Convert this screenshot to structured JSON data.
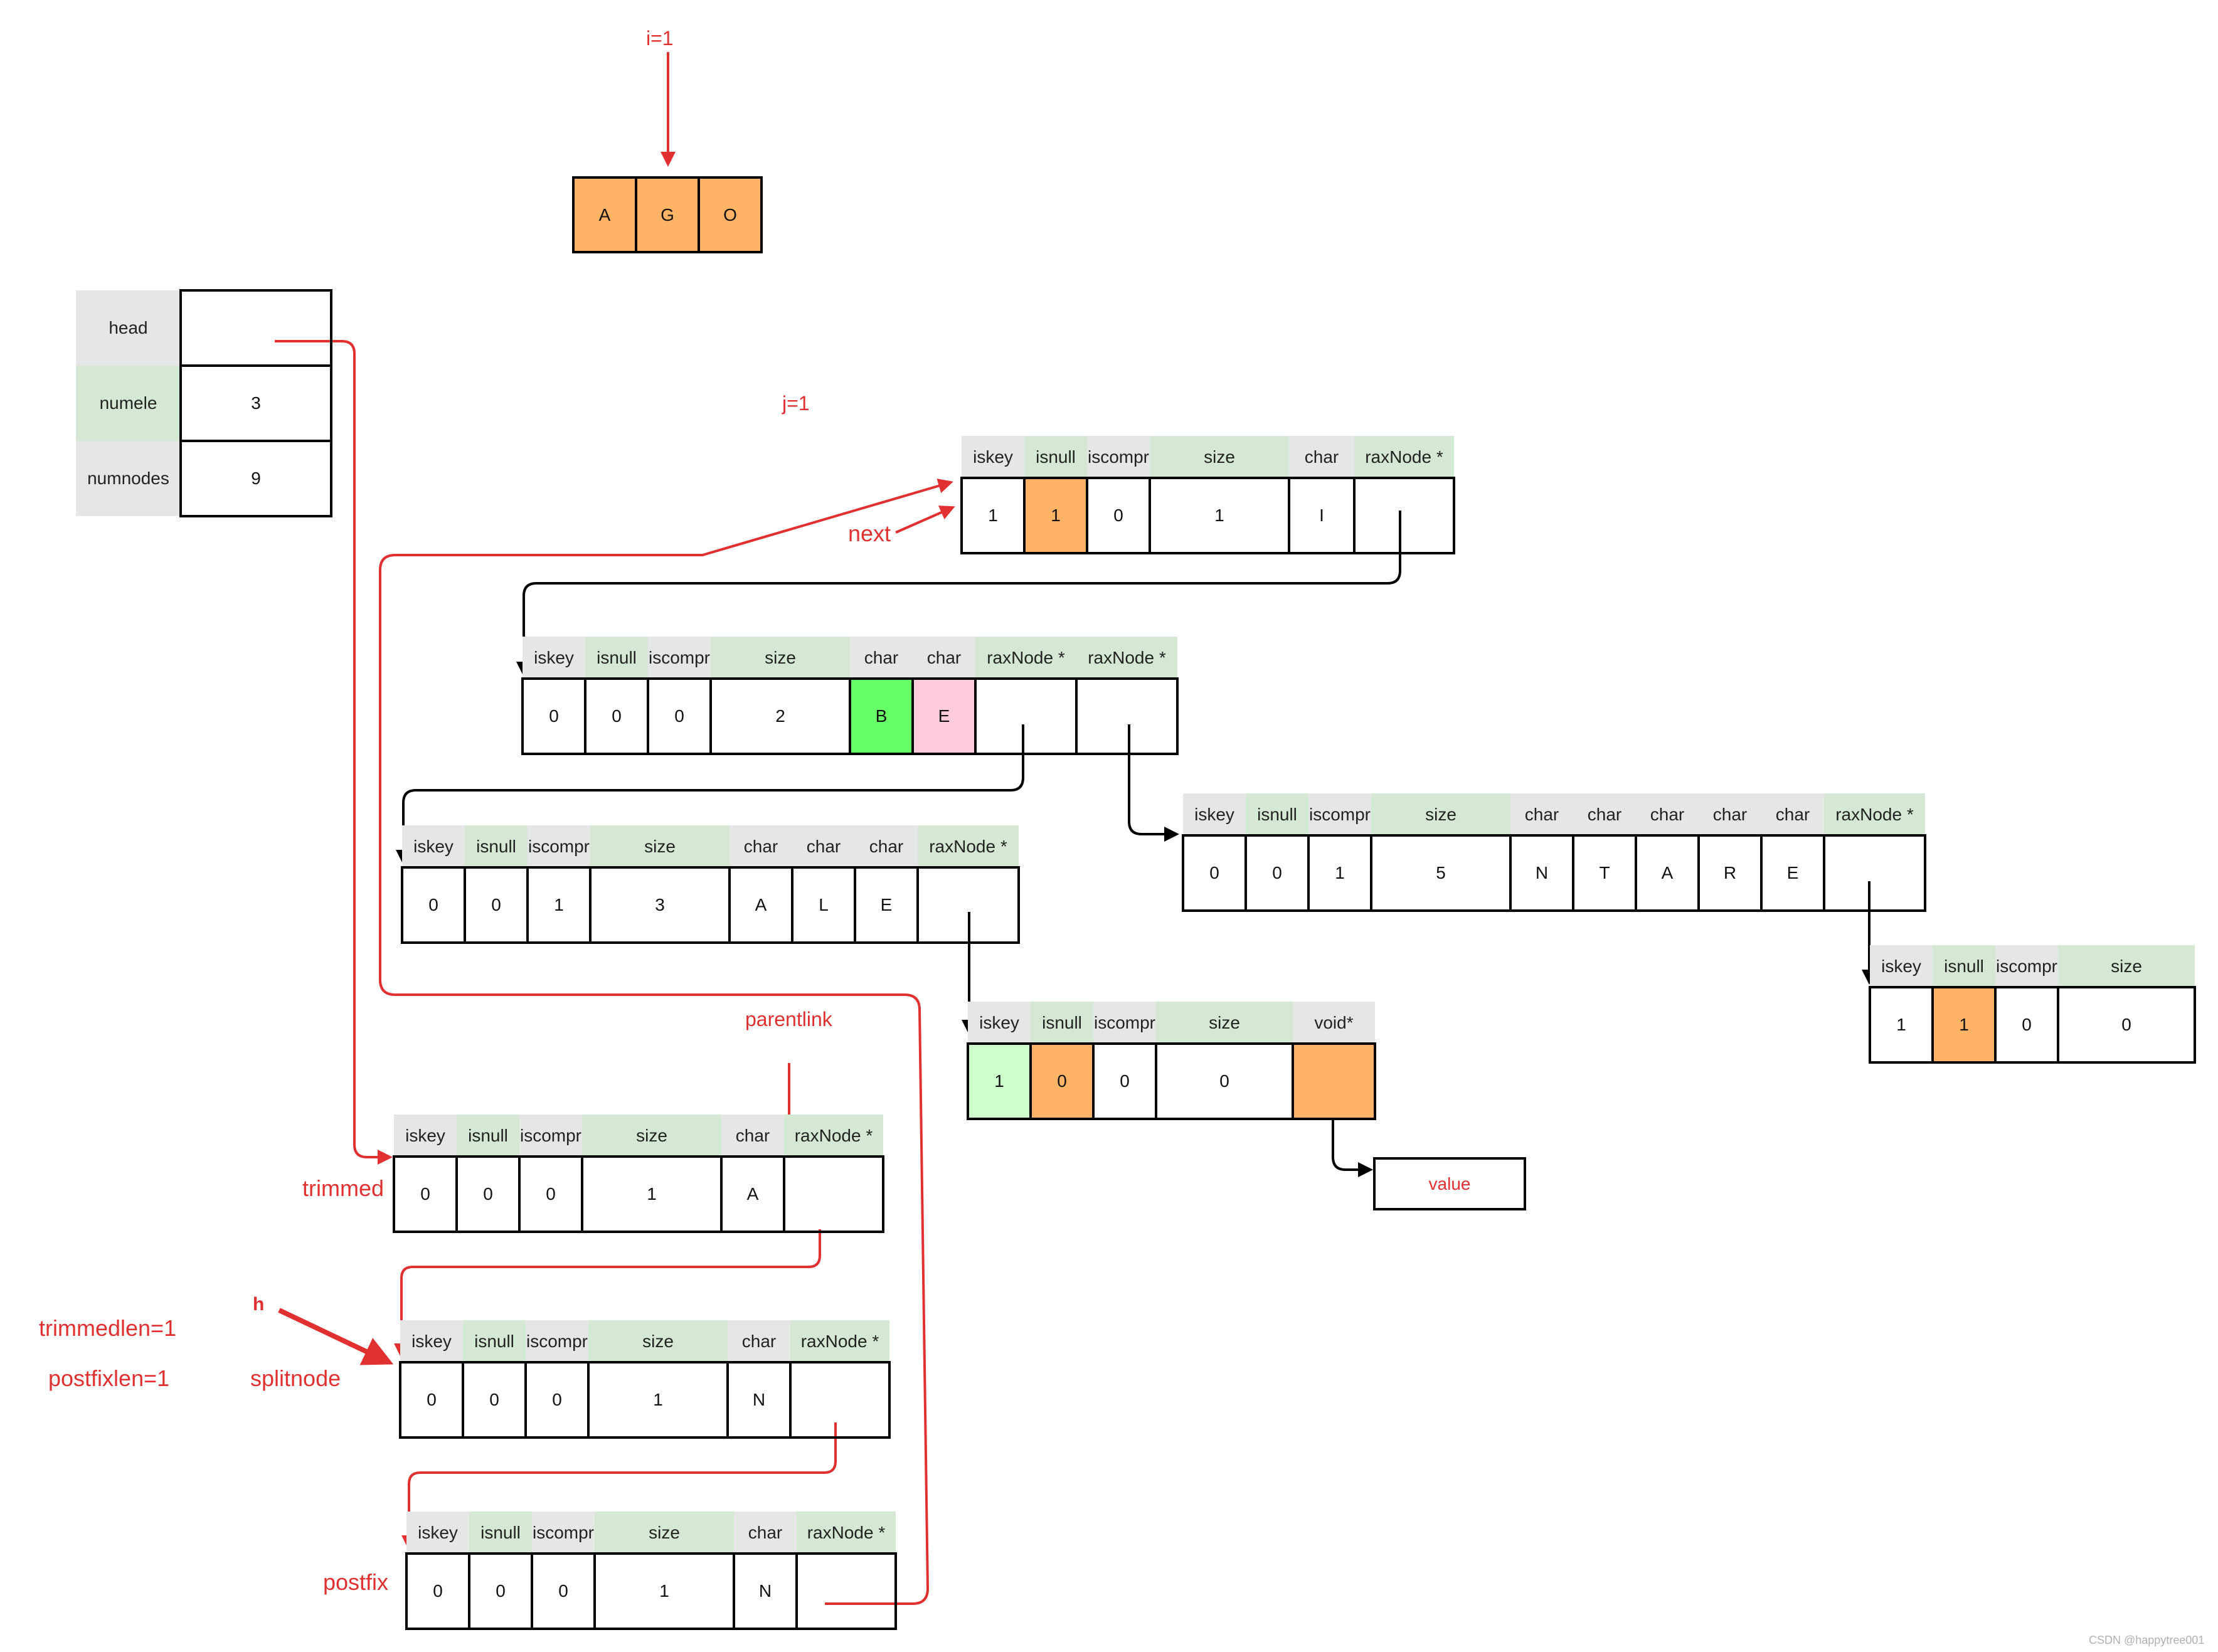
{
  "key_chars": [
    "A",
    "G",
    "O"
  ],
  "rax": {
    "head_label": "head",
    "numele_label": "numele",
    "numnodes_label": "numnodes",
    "numele": "3",
    "numnodes": "9"
  },
  "nodes": {
    "n1": {
      "headers": [
        "iskey",
        "isnull",
        "iscompr",
        "size",
        "char",
        "raxNode *"
      ],
      "values": [
        "1",
        "1",
        "0",
        "1",
        "I",
        ""
      ]
    },
    "n2": {
      "headers": [
        "iskey",
        "isnull",
        "iscompr",
        "size",
        "char",
        "char",
        "raxNode *",
        "raxNode *"
      ],
      "values": [
        "0",
        "0",
        "0",
        "2",
        "B",
        "E",
        "",
        ""
      ]
    },
    "n3": {
      "headers": [
        "iskey",
        "isnull",
        "iscompr",
        "size",
        "char",
        "char",
        "char",
        "raxNode *"
      ],
      "values": [
        "0",
        "0",
        "1",
        "3",
        "A",
        "L",
        "E",
        ""
      ]
    },
    "n4": {
      "headers": [
        "iskey",
        "isnull",
        "iscompr",
        "size",
        "char",
        "char",
        "char",
        "char",
        "char",
        "raxNode *"
      ],
      "values": [
        "0",
        "0",
        "1",
        "5",
        "N",
        "T",
        "A",
        "R",
        "E",
        ""
      ]
    },
    "n5": {
      "headers": [
        "iskey",
        "isnull",
        "iscompr",
        "size"
      ],
      "values": [
        "1",
        "1",
        "0",
        "0"
      ]
    },
    "n6": {
      "headers": [
        "iskey",
        "isnull",
        "iscompr",
        "size",
        "void*"
      ],
      "values": [
        "1",
        "0",
        "0",
        "0",
        ""
      ]
    },
    "n7": {
      "headers": [
        "iskey",
        "isnull",
        "iscompr",
        "size",
        "char",
        "raxNode *"
      ],
      "values": [
        "0",
        "0",
        "0",
        "1",
        "A",
        ""
      ]
    },
    "n8": {
      "headers": [
        "iskey",
        "isnull",
        "iscompr",
        "size",
        "char",
        "raxNode *"
      ],
      "values": [
        "0",
        "0",
        "0",
        "1",
        "N",
        ""
      ]
    },
    "n9": {
      "headers": [
        "iskey",
        "isnull",
        "iscompr",
        "size",
        "char",
        "raxNode *"
      ],
      "values": [
        "0",
        "0",
        "0",
        "1",
        "N",
        ""
      ]
    }
  },
  "labels": {
    "i": "i=1",
    "j": "j=1",
    "next": "next",
    "parentlink": "parentlink",
    "trimmed": "trimmed",
    "h": "h",
    "trimmedlen": "trimmedlen=1",
    "postfixlen": "postfixlen=1",
    "splitnode": "splitnode",
    "postfix": "postfix",
    "value": "value",
    "watermark": "CSDN @happytree001"
  },
  "colors": {
    "red": "#e03030",
    "orange": "#ffb366",
    "green": "#66ff66",
    "pink": "#ffccdd",
    "light_green": "#ccffcc",
    "header_grey": "#e6e6e6",
    "header_green": "#d5e8d4"
  }
}
